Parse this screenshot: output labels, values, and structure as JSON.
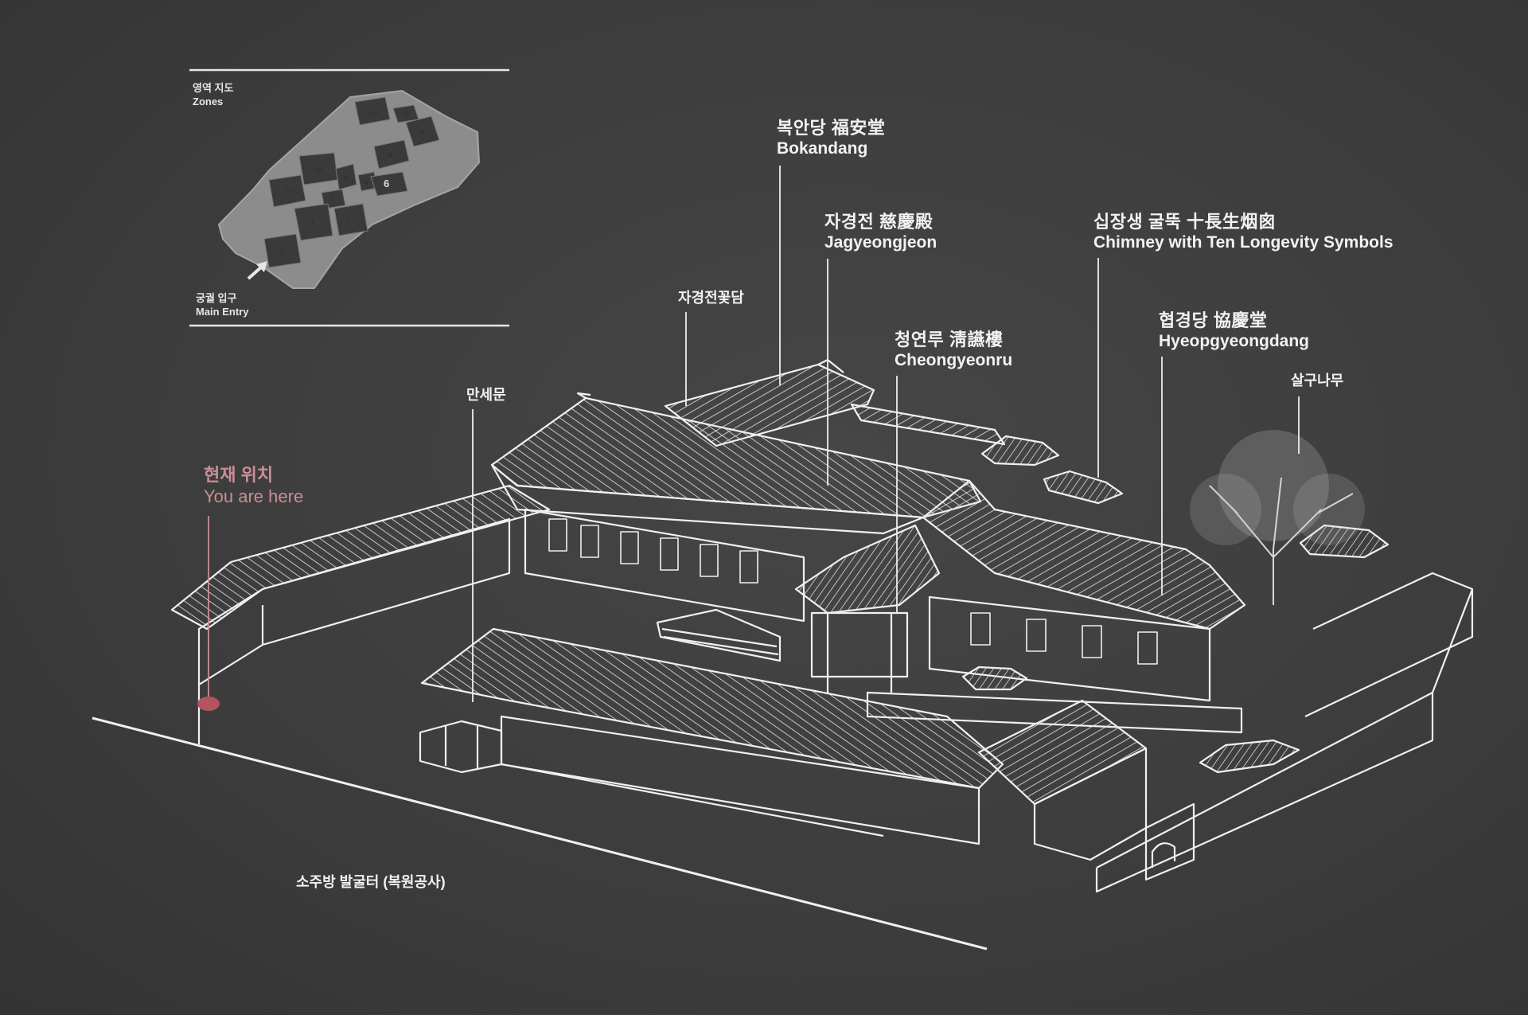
{
  "inset": {
    "title_ko": "영역 지도",
    "title_en": "Zones",
    "entry_ko": "궁궐 입구",
    "entry_en": "Main Entry",
    "zone_numbers": [
      "11",
      "13",
      "9",
      "8",
      "12",
      "3",
      "4",
      "5",
      "6",
      "13",
      "2",
      "3",
      "7",
      "1"
    ]
  },
  "labels": {
    "bokandang": {
      "ko": "복안당 福安堂",
      "en": "Bokandang"
    },
    "jagyeongjeon": {
      "ko": "자경전 慈慶殿",
      "en": "Jagyeongjeon"
    },
    "chimney": {
      "ko": "십장생 굴뚝 十長生烟囪",
      "en": "Chimney with Ten Longevity Symbols"
    },
    "cheongyeonru": {
      "ko": "청연루 淸讌樓",
      "en": "Cheongyeonru"
    },
    "hyeopgyeongdang": {
      "ko": "협경당 協慶堂",
      "en": "Hyeopgyeongdang"
    },
    "flower_wall": "자경전꽃담",
    "mansemun": "만세문",
    "salgu_tree": "살구나무",
    "excavation": "소주방 발굴터 (복원공사)"
  },
  "you_are_here": {
    "ko": "현재 위치",
    "en": "You are here"
  },
  "colors": {
    "background": "#3e3d3d",
    "line": "#f0f0f0",
    "marker": "#b3545f",
    "marker_text": "#c98f95",
    "inset_fill": "#8c8c8c"
  }
}
